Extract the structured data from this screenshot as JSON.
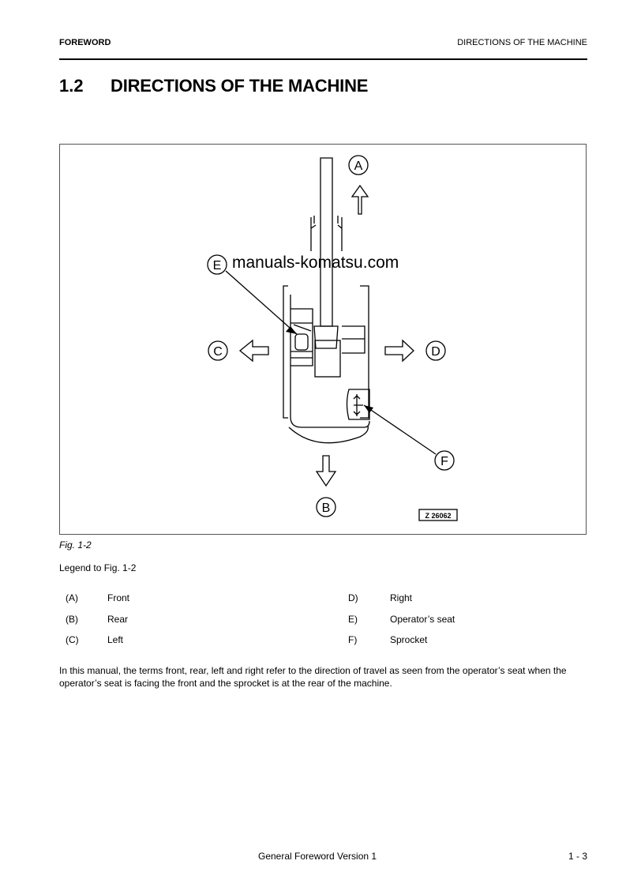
{
  "header": {
    "left": "FOREWORD",
    "right": "DIRECTIONS OF THE MACHINE"
  },
  "section": {
    "number": "1.2",
    "title": "DIRECTIONS OF THE MACHINE"
  },
  "figure": {
    "watermark": "manuals-komatsu.com",
    "code": "Z 26062",
    "labels": {
      "a": "A",
      "b": "B",
      "c": "C",
      "d": "D",
      "e": "E",
      "f": "F"
    }
  },
  "caption": "Fig. 1-2",
  "legend": {
    "title": "Legend to Fig. 1-2",
    "left": [
      {
        "key": "(A)",
        "value": "Front"
      },
      {
        "key": "(B)",
        "value": "Rear"
      },
      {
        "key": "(C)",
        "value": "Left"
      }
    ],
    "right": [
      {
        "key": "D)",
        "value": "Right"
      },
      {
        "key": "E)",
        "value": "Operator’s seat"
      },
      {
        "key": "F)",
        "value": "Sprocket"
      }
    ]
  },
  "paragraph": "In this manual, the terms front, rear, left and right refer to the direction of travel as seen from the operator’s seat when the operator’s seat is facing the front and the sprocket is at the rear of the machine.",
  "footer": {
    "center": "General Foreword Version 1",
    "page": "1  - 3"
  }
}
